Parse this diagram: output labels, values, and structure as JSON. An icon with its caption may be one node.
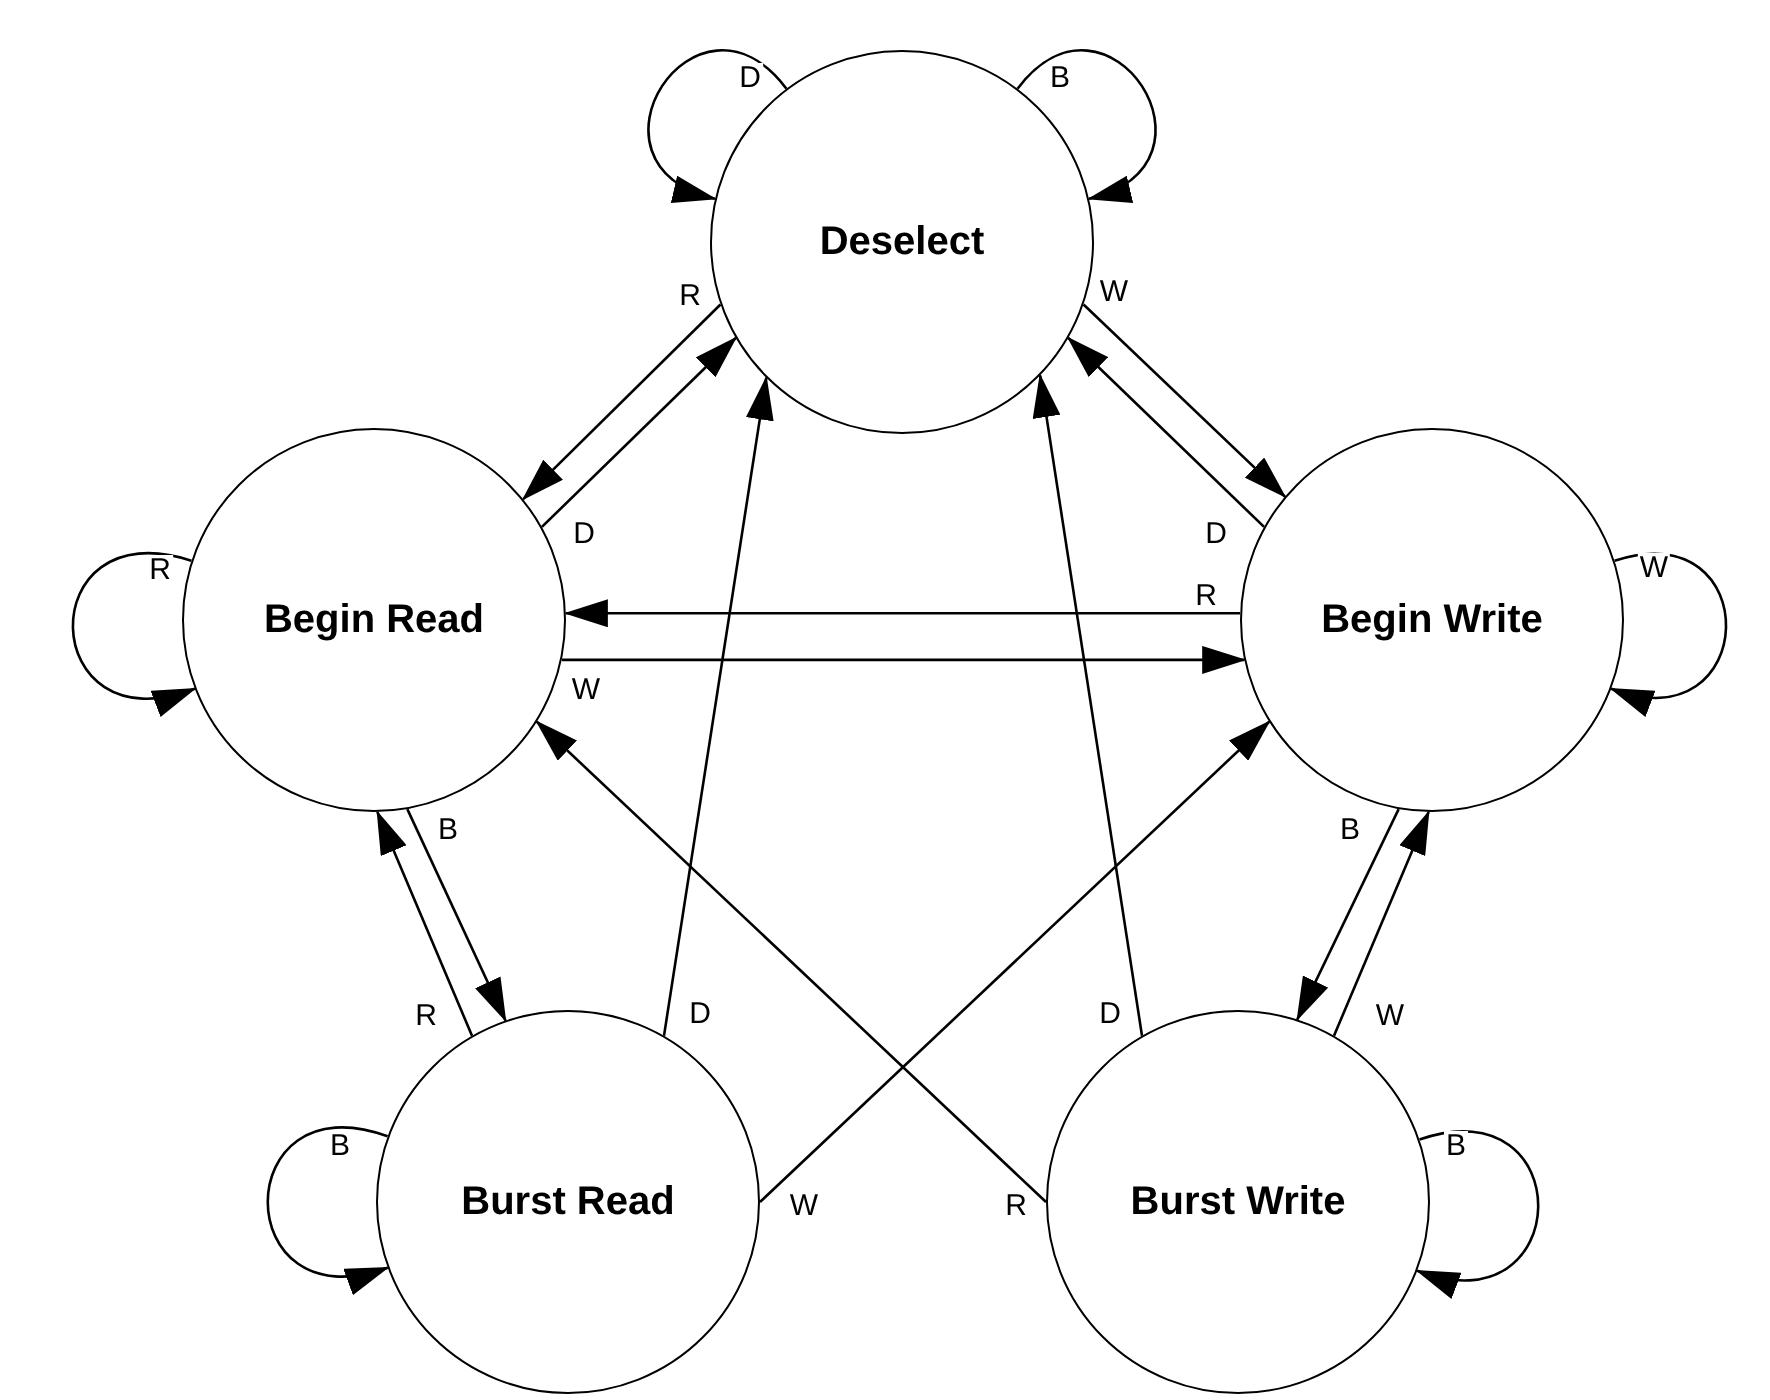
{
  "diagram": {
    "nodes": [
      {
        "text": [
          "Deselect"
        ]
      },
      {
        "text": [
          "Begin Read"
        ]
      },
      {
        "text": [
          "Begin Write"
        ]
      },
      {
        "text": [
          "Burst Read"
        ]
      },
      {
        "text": [
          "Burst Write"
        ]
      }
    ],
    "edges": [
      {
        "from": 0,
        "to": 0,
        "arrow": "to",
        "label": "D"
      },
      {
        "from": 0,
        "to": 0,
        "arrow": "to",
        "label": "B"
      },
      {
        "from": 0,
        "to": 1,
        "arrow": "to",
        "label": "R"
      },
      {
        "from": 1,
        "to": 0,
        "arrow": "to",
        "label": "D"
      },
      {
        "from": 0,
        "to": 2,
        "arrow": "to",
        "label": "W"
      },
      {
        "from": 2,
        "to": 0,
        "arrow": "to",
        "label": "D"
      },
      {
        "from": 1,
        "to": 1,
        "arrow": "to",
        "label": "R"
      },
      {
        "from": 2,
        "to": 1,
        "arrow": "to",
        "label": "R"
      },
      {
        "from": 1,
        "to": 2,
        "arrow": "to",
        "label": "W"
      },
      {
        "from": 2,
        "to": 2,
        "arrow": "to",
        "label": "W"
      },
      {
        "from": 1,
        "to": 3,
        "arrow": "to",
        "label": "B"
      },
      {
        "from": 3,
        "to": 1,
        "arrow": "to",
        "label": "R"
      },
      {
        "from": 3,
        "to": 0,
        "arrow": "to",
        "label": "D"
      },
      {
        "from": 3,
        "to": 2,
        "arrow": "to",
        "label": "W"
      },
      {
        "from": 4,
        "to": 0,
        "arrow": "to",
        "label": "D"
      },
      {
        "from": 4,
        "to": 1,
        "arrow": "to",
        "label": "R"
      },
      {
        "from": 2,
        "to": 4,
        "arrow": "to",
        "label": "B"
      },
      {
        "from": 4,
        "to": 2,
        "arrow": "to",
        "label": "W"
      },
      {
        "from": 3,
        "to": 3,
        "arrow": "to",
        "label": "B"
      },
      {
        "from": 4,
        "to": 4,
        "arrow": "to",
        "label": "B"
      }
    ]
  }
}
